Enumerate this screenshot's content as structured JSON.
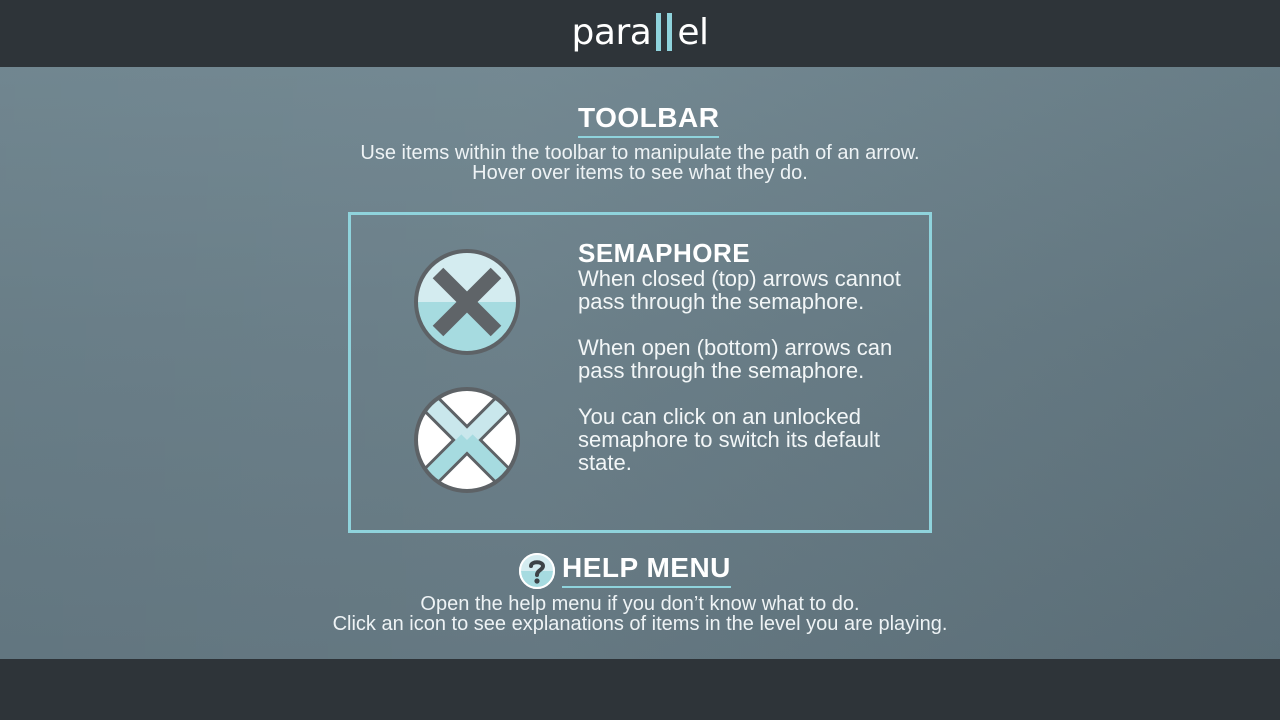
{
  "app": {
    "logo_text_left": "para",
    "logo_text_right": "el"
  },
  "toolbar": {
    "heading": "TOOLBAR",
    "line1": "Use items within the toolbar to manipulate the path of an arrow.",
    "line2": "Hover over items to see what they do."
  },
  "item": {
    "title": "SEMAPHORE",
    "icon_top": "semaphore-closed-icon",
    "icon_bottom": "semaphore-open-icon",
    "paragraph1": "When closed (top) arrows cannot pass through the semaphore.",
    "paragraph2": "When open (bottom) arrows can pass through the semaphore.",
    "paragraph3": "You can click on an unlocked semaphore to switch its default state."
  },
  "help": {
    "icon": "question-mark-icon",
    "heading": "HELP MENU",
    "line1": "Open the help menu if you don’t know what to do.",
    "line2": "Click an icon to see explanations of items in the level you are playing."
  },
  "colors": {
    "accent": "#8fd3dc",
    "bar": "#2e3439",
    "background": "#667b85"
  }
}
